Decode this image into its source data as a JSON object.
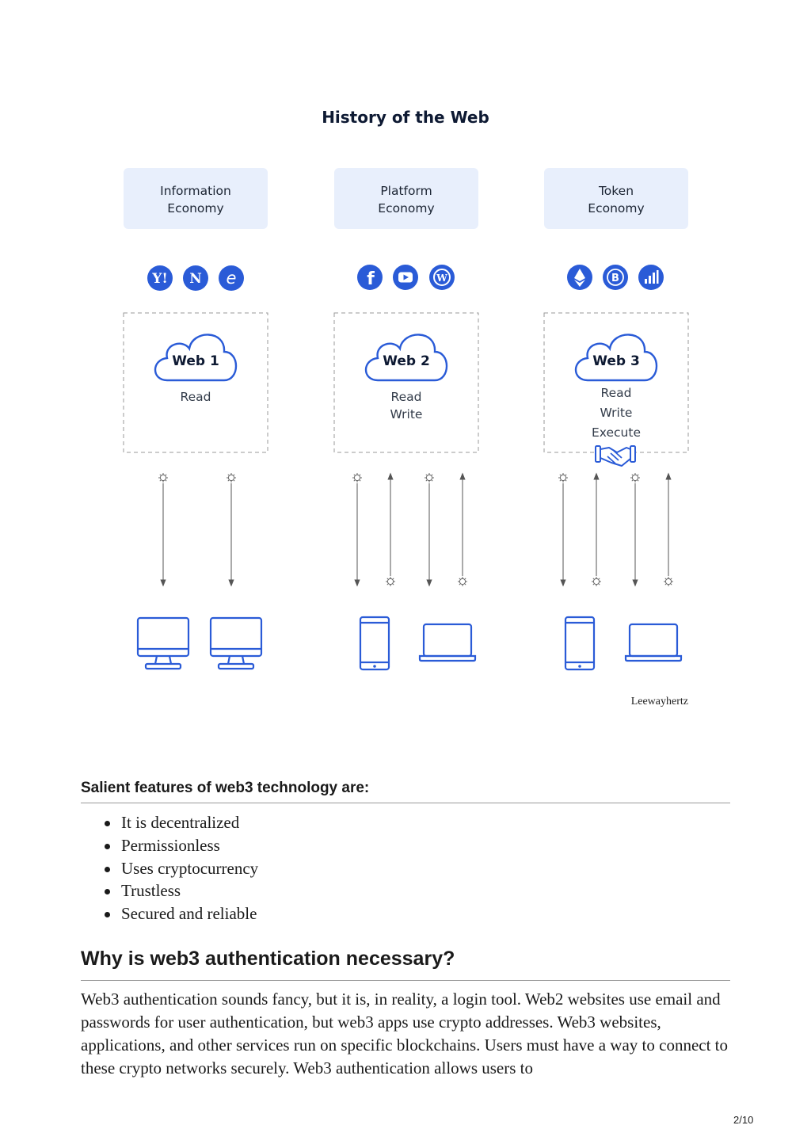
{
  "diagram": {
    "title": "History of the Web",
    "columns": [
      {
        "economy": [
          "Information",
          "Economy"
        ],
        "web": "Web 1",
        "capabilities": [
          "Read"
        ],
        "icons": [
          "yahoo-icon",
          "netscape-icon",
          "internet-explorer-icon"
        ],
        "devices": [
          "desktop-monitor-icon",
          "desktop-monitor-icon"
        ]
      },
      {
        "economy": [
          "Platform",
          "Economy"
        ],
        "web": "Web 2",
        "capabilities": [
          "Read",
          "Write"
        ],
        "icons": [
          "facebook-icon",
          "youtube-icon",
          "wordpress-icon"
        ],
        "devices": [
          "smartphone-icon",
          "laptop-icon"
        ]
      },
      {
        "economy": [
          "Token",
          "Economy"
        ],
        "web": "Web 3",
        "capabilities": [
          "Read",
          "Write",
          "Execute"
        ],
        "icons": [
          "ethereum-icon",
          "bitcoin-icon",
          "bar-chart-icon"
        ],
        "devices": [
          "smartphone-icon",
          "laptop-icon"
        ],
        "extra_icon": "handshake-icon"
      }
    ],
    "credit": "Leewayhertz",
    "colors": {
      "accent": "#2a5bd7",
      "box": "#e8effc"
    }
  },
  "features": {
    "title": "Salient features of web3 technology are:",
    "items": [
      "It is decentralized",
      "Permissionless",
      "Uses cryptocurrency",
      "Trustless",
      "Secured and reliable"
    ]
  },
  "section": {
    "heading": "Why is web3 authentication necessary?",
    "body": "Web3 authentication sounds fancy, but it is, in reality, a login tool. Web2 websites use email and passwords for user authentication, but web3 apps use crypto addresses. Web3 websites, applications, and other services run on specific blockchains. Users must have a way to connect to these crypto networks securely. Web3 authentication allows users to"
  },
  "page_number": "2/10"
}
